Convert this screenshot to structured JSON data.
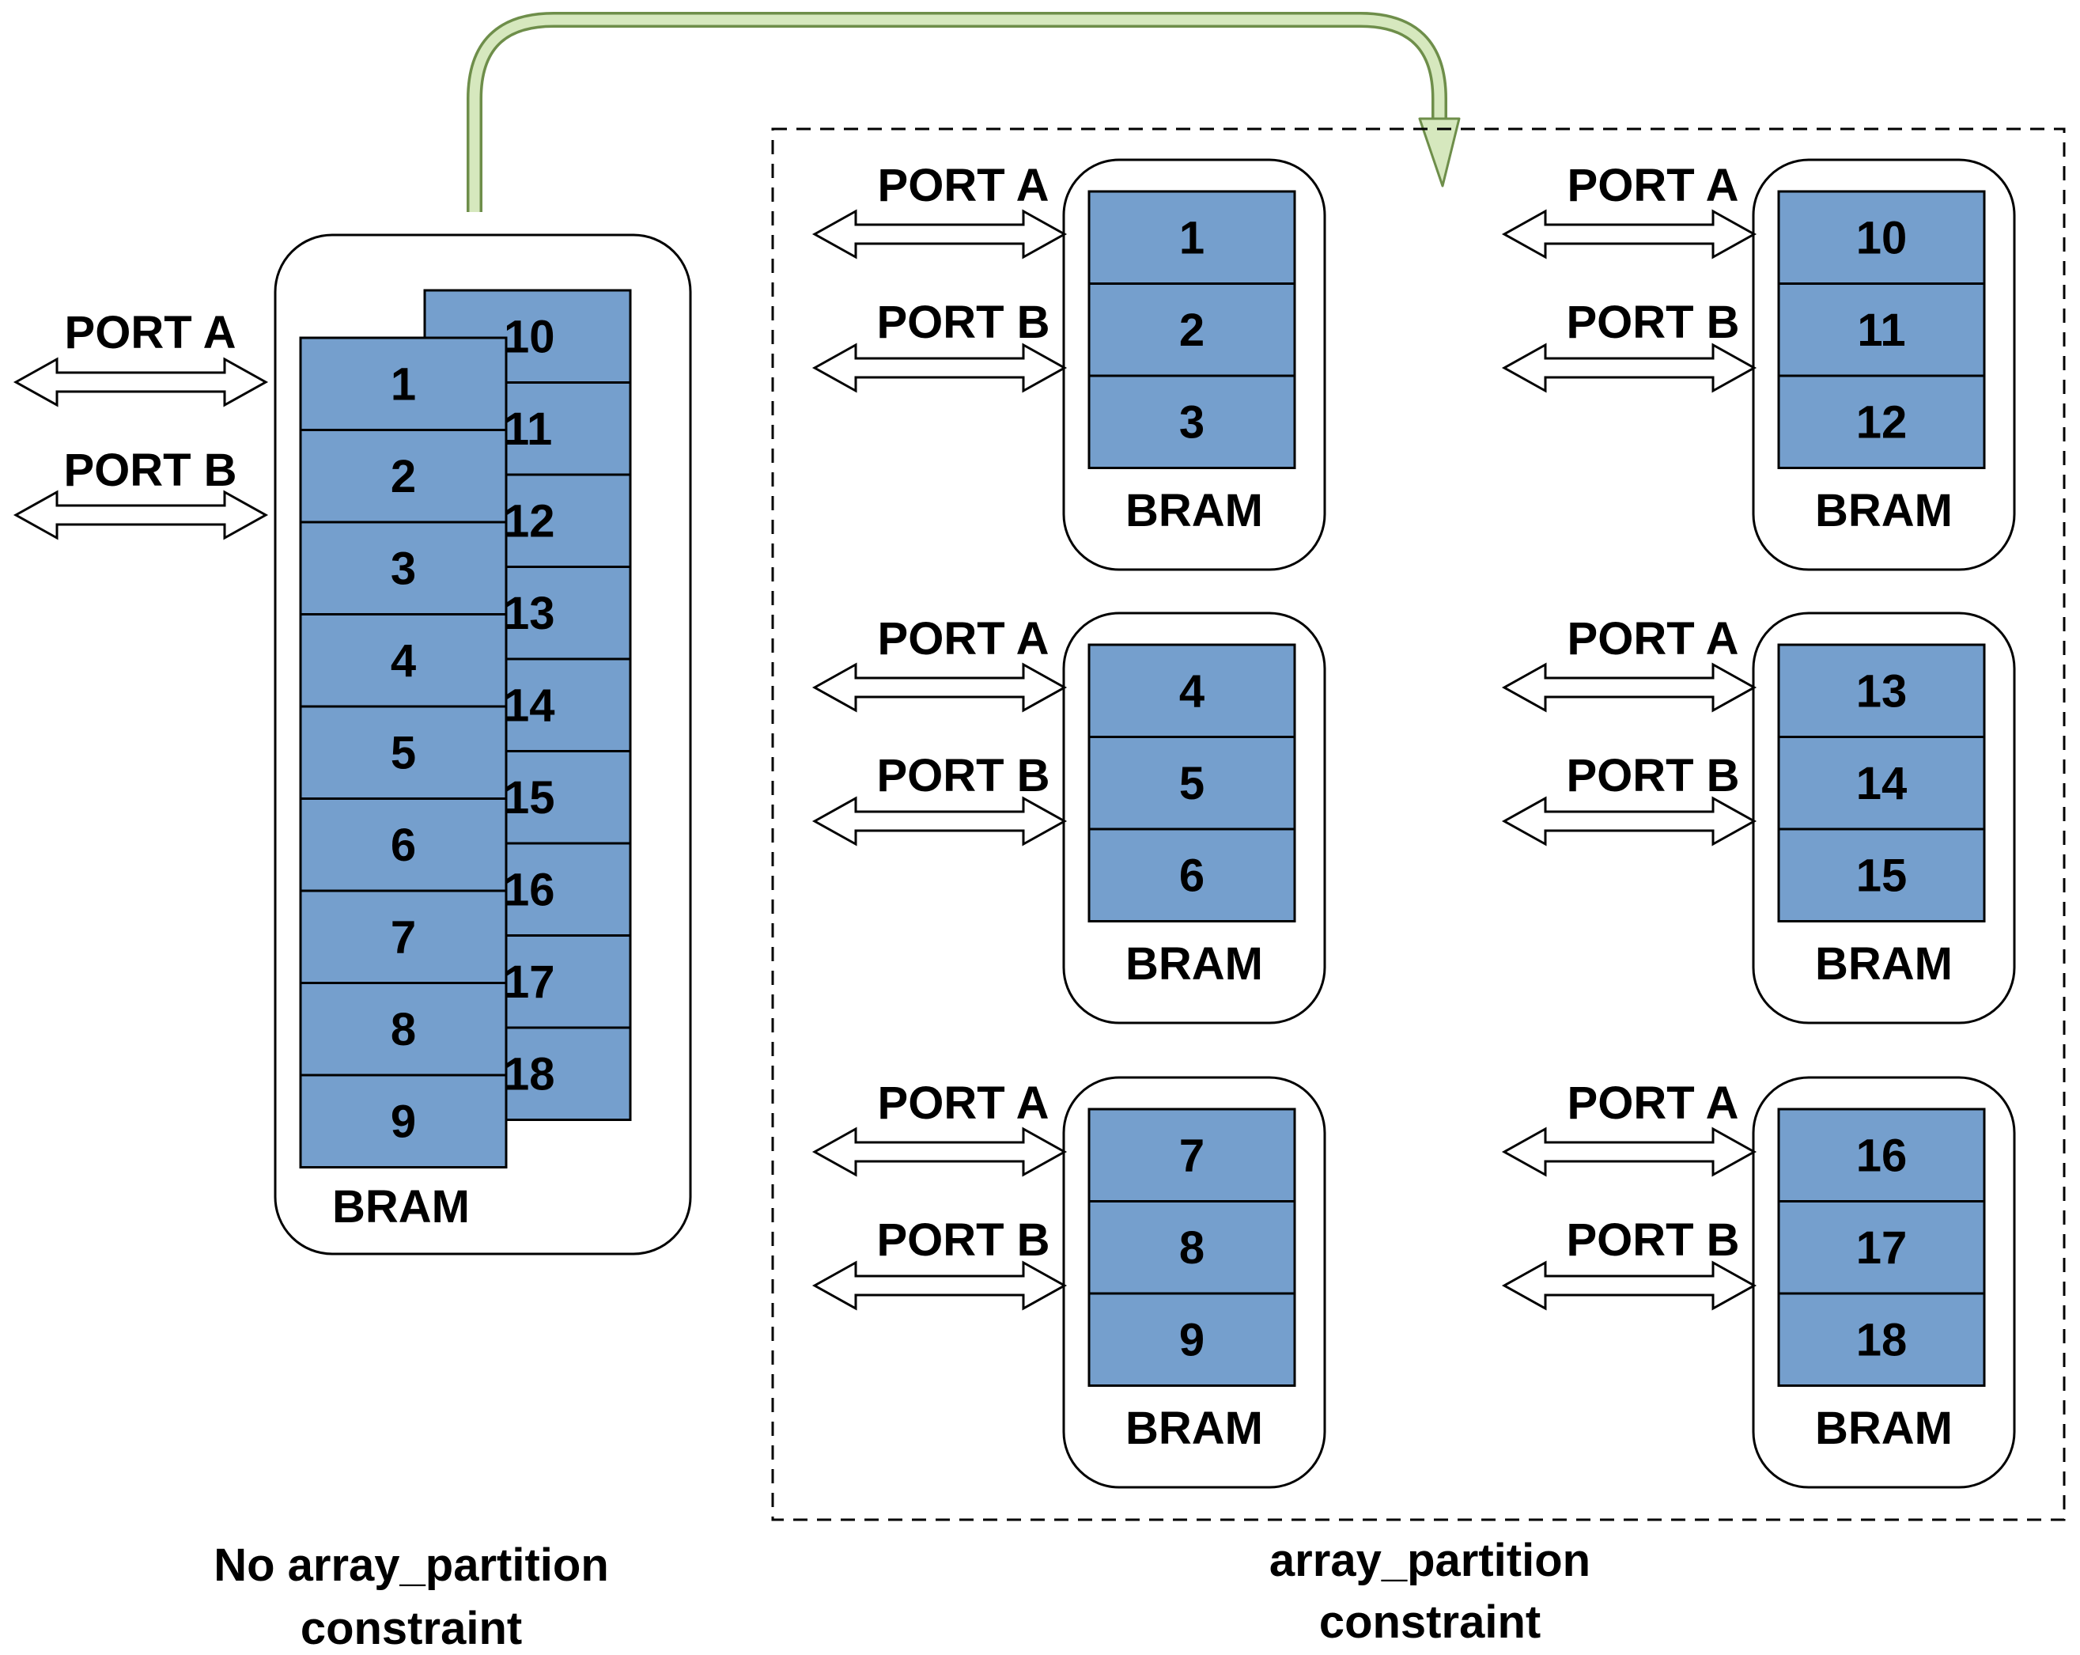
{
  "diagram": {
    "colors": {
      "cell_fill": "#759FCD",
      "cell_stroke": "#000000",
      "arrow_green": "#CFE3B4",
      "arrow_green_stroke": "#6E8E4A"
    },
    "left": {
      "caption_line1": "No array_partition",
      "caption_line2": "constraint",
      "bram_label": "BRAM",
      "port_a": "PORT A",
      "port_b": "PORT B",
      "front_cells": [
        "1",
        "2",
        "3",
        "4",
        "5",
        "6",
        "7",
        "8",
        "9"
      ],
      "back_cells": [
        "10",
        "11",
        "12",
        "13",
        "14",
        "15",
        "16",
        "17",
        "18"
      ]
    },
    "right": {
      "caption_line1": "array_partition",
      "caption_line2": "constraint",
      "partitions": [
        {
          "bram_label": "BRAM",
          "port_a": "PORT A",
          "port_b": "PORT B",
          "cells": [
            "1",
            "2",
            "3"
          ]
        },
        {
          "bram_label": "BRAM",
          "port_a": "PORT A",
          "port_b": "PORT B",
          "cells": [
            "10",
            "11",
            "12"
          ]
        },
        {
          "bram_label": "BRAM",
          "port_a": "PORT A",
          "port_b": "PORT B",
          "cells": [
            "4",
            "5",
            "6"
          ]
        },
        {
          "bram_label": "BRAM",
          "port_a": "PORT A",
          "port_b": "PORT B",
          "cells": [
            "13",
            "14",
            "15"
          ]
        },
        {
          "bram_label": "BRAM",
          "port_a": "PORT A",
          "port_b": "PORT B",
          "cells": [
            "7",
            "8",
            "9"
          ]
        },
        {
          "bram_label": "BRAM",
          "port_a": "PORT A",
          "port_b": "PORT B",
          "cells": [
            "16",
            "17",
            "18"
          ]
        }
      ]
    }
  }
}
